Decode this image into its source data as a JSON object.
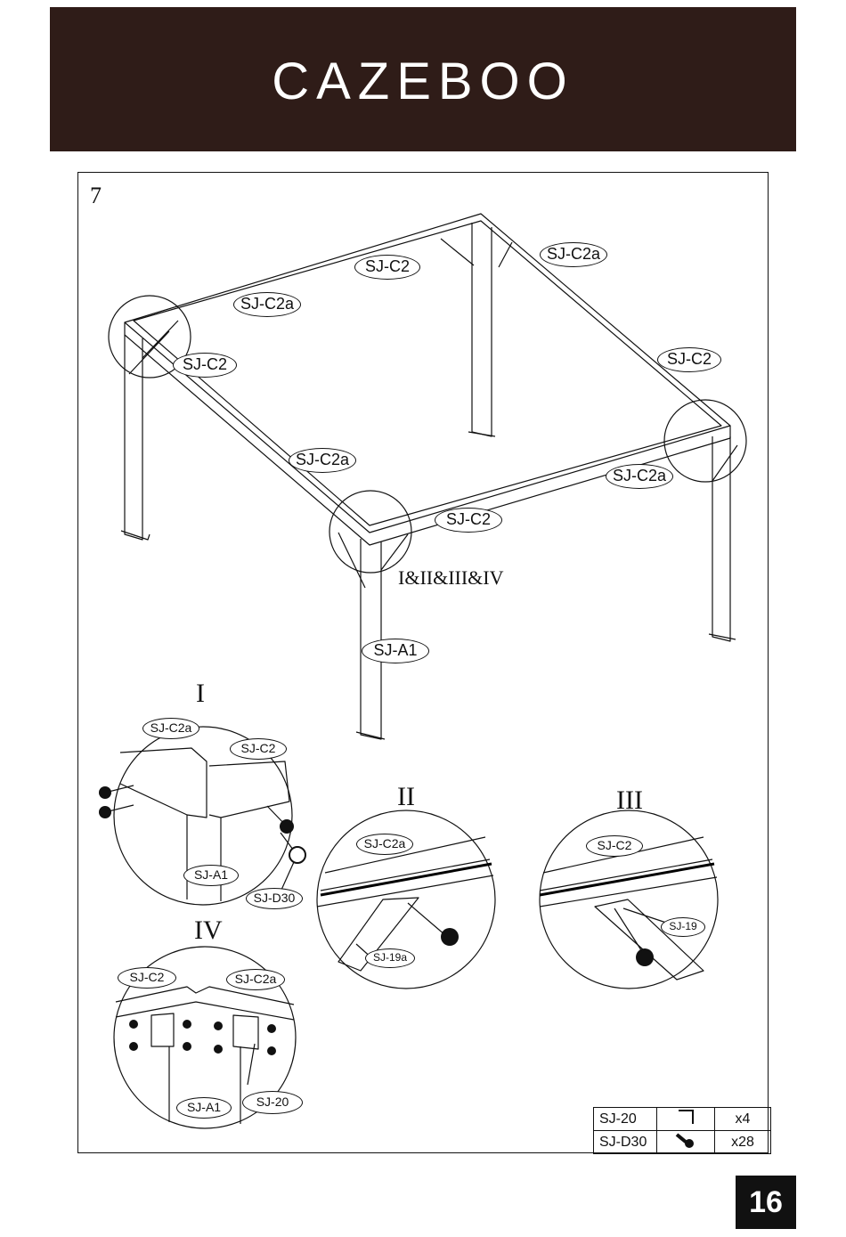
{
  "brand": "CAZEBOO",
  "step_number": "7",
  "group_label": "I&II&III&IV",
  "main_labels": {
    "top_c2": "SJ-C2",
    "top_right_c2a": "SJ-C2a",
    "left_c2a": "SJ-C2a",
    "left_c2": "SJ-C2",
    "right_c2": "SJ-C2",
    "front_c2a": "SJ-C2a",
    "front_right_c2a": "SJ-C2a",
    "front_c2": "SJ-C2",
    "leg_a1": "SJ-A1"
  },
  "details": {
    "i": {
      "title": "I",
      "labels": [
        "SJ-C2a",
        "SJ-C2",
        "SJ-A1",
        "SJ-D30"
      ]
    },
    "ii": {
      "title": "II",
      "labels": [
        "SJ-C2a",
        "SJ-19a"
      ]
    },
    "iii": {
      "title": "III",
      "labels": [
        "SJ-C2",
        "SJ-19"
      ]
    },
    "iv": {
      "title": "IV",
      "labels": [
        "SJ-C2",
        "SJ-C2a",
        "SJ-A1",
        "SJ-20"
      ]
    }
  },
  "parts": [
    {
      "code": "SJ-20",
      "icon": "angle-bracket-icon",
      "qty": "x4"
    },
    {
      "code": "SJ-D30",
      "icon": "bolt-icon",
      "qty": "x28"
    }
  ],
  "page_number": "16",
  "colors": {
    "header_bg": "#2f1c18",
    "page_num_bg": "#111111",
    "line": "#111111"
  }
}
